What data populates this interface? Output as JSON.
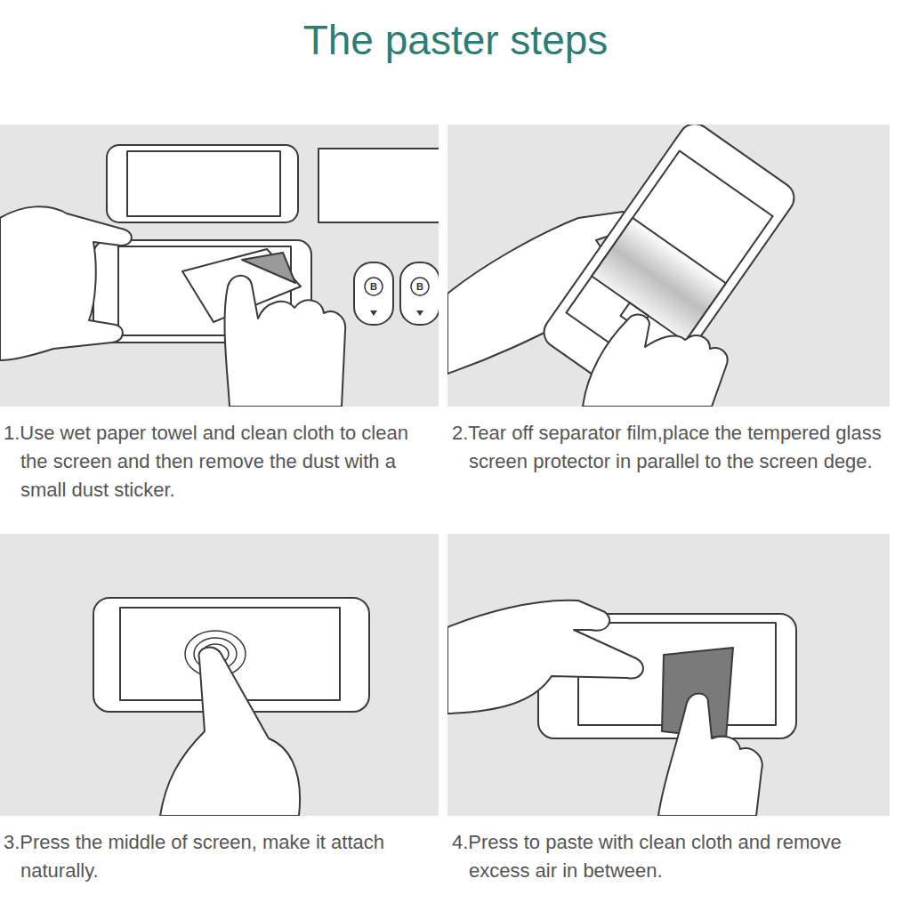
{
  "diagram": {
    "title": "The paster steps",
    "nodes": [
      {
        "text": [
          "1.Use wet paper towel and clean cloth to clean the screen and then remove the dust with a small dust sticker."
        ]
      },
      {
        "text": [
          "2.Tear off separator film,place the tempered glass screen protector in parallel to the screen dege."
        ]
      },
      {
        "text": [
          "3.Press the middle of screen, make it attach naturally."
        ]
      },
      {
        "text": [
          "4.Press to paste with clean cloth and remove excess air in between."
        ]
      }
    ],
    "labels": [
      "B",
      "B"
    ]
  }
}
